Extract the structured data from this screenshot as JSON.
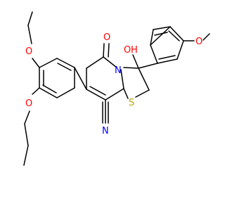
{
  "molecule": {
    "atoms": {
      "o_ethoxy": {
        "label": "O",
        "color": "#ff0000"
      },
      "o_propoxy": {
        "label": "O",
        "color": "#ff0000"
      },
      "o_carbonyl": {
        "label": "O",
        "color": "#ff0000"
      },
      "o_hydroxy": {
        "label": "O",
        "color": "#ff0000"
      },
      "h_hydroxy": {
        "label": "H",
        "color": "#ff0000"
      },
      "n_ring": {
        "label": "N",
        "color": "#0000ff"
      },
      "s_ring": {
        "label": "S",
        "color": "#b5a500"
      },
      "n_nitrile": {
        "label": "N",
        "color": "#0000ff"
      },
      "o_methoxy": {
        "label": "O",
        "color": "#ff0000"
      }
    }
  }
}
